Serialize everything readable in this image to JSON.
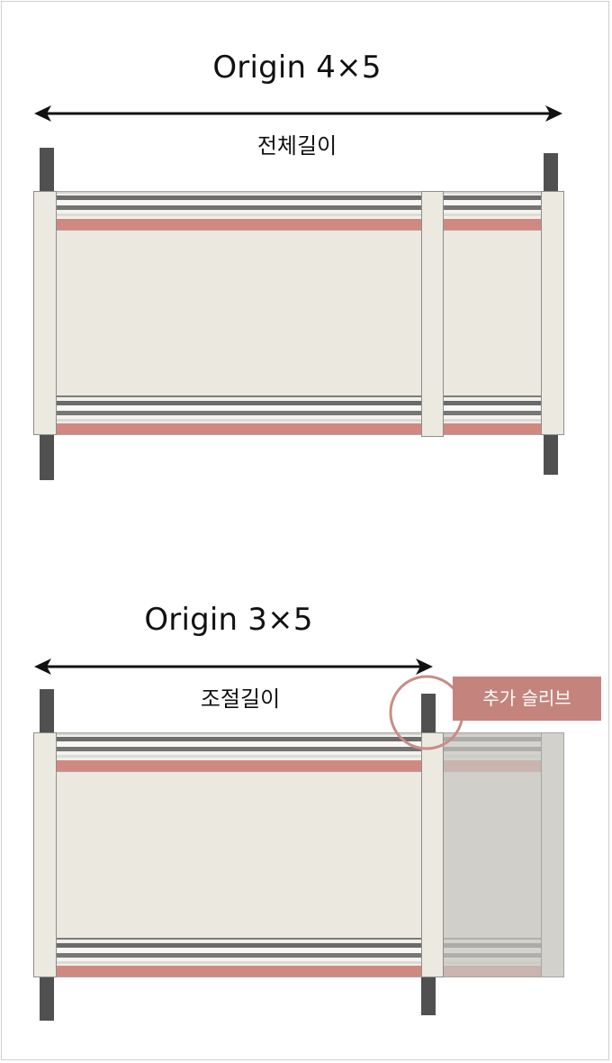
{
  "figure": {
    "diagrams": [
      {
        "title": "Origin 4×5",
        "measure_label": "전체길이"
      },
      {
        "title": "Origin 3×5",
        "measure_label": "조절길이",
        "callout": {
          "label": "추가 슬리브"
        }
      }
    ]
  },
  "icons": {
    "measure": "double-headed-arrow-icon",
    "highlight": "circle-highlight-icon"
  },
  "colors": {
    "pole": "#505050",
    "fabric": "#ebe8e0",
    "cap": "#ece9e1",
    "accent_stripe": "#cf8980",
    "callout": "#c4847d",
    "arrow": "#111111"
  }
}
